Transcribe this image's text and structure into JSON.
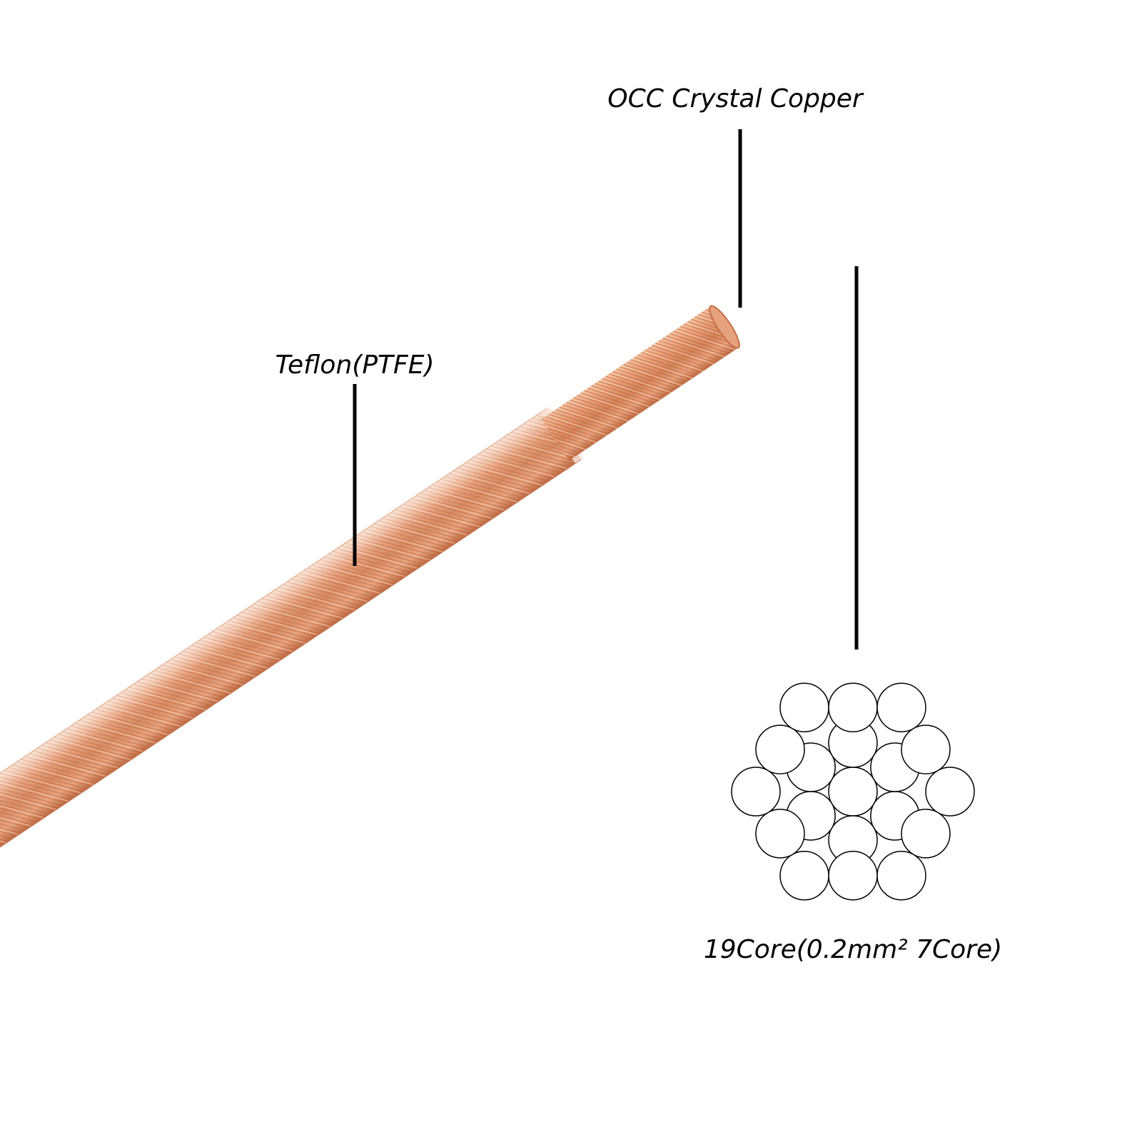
{
  "labels": {
    "conductor": "OCC Crystal Copper",
    "insulation": "Teflon(PTFE)",
    "cross_section": "19Core(0.2mm² 7Core)"
  },
  "colors": {
    "background": "#ffffff",
    "copper_light": "#f2b08a",
    "copper_mid": "#dd8a5d",
    "copper_dark": "#b8623a",
    "leader_line": "#000000",
    "strand_outline": "#000000"
  },
  "cross_section": {
    "strand_count": 19,
    "layout": "concentric 1 + 6 + 12"
  }
}
